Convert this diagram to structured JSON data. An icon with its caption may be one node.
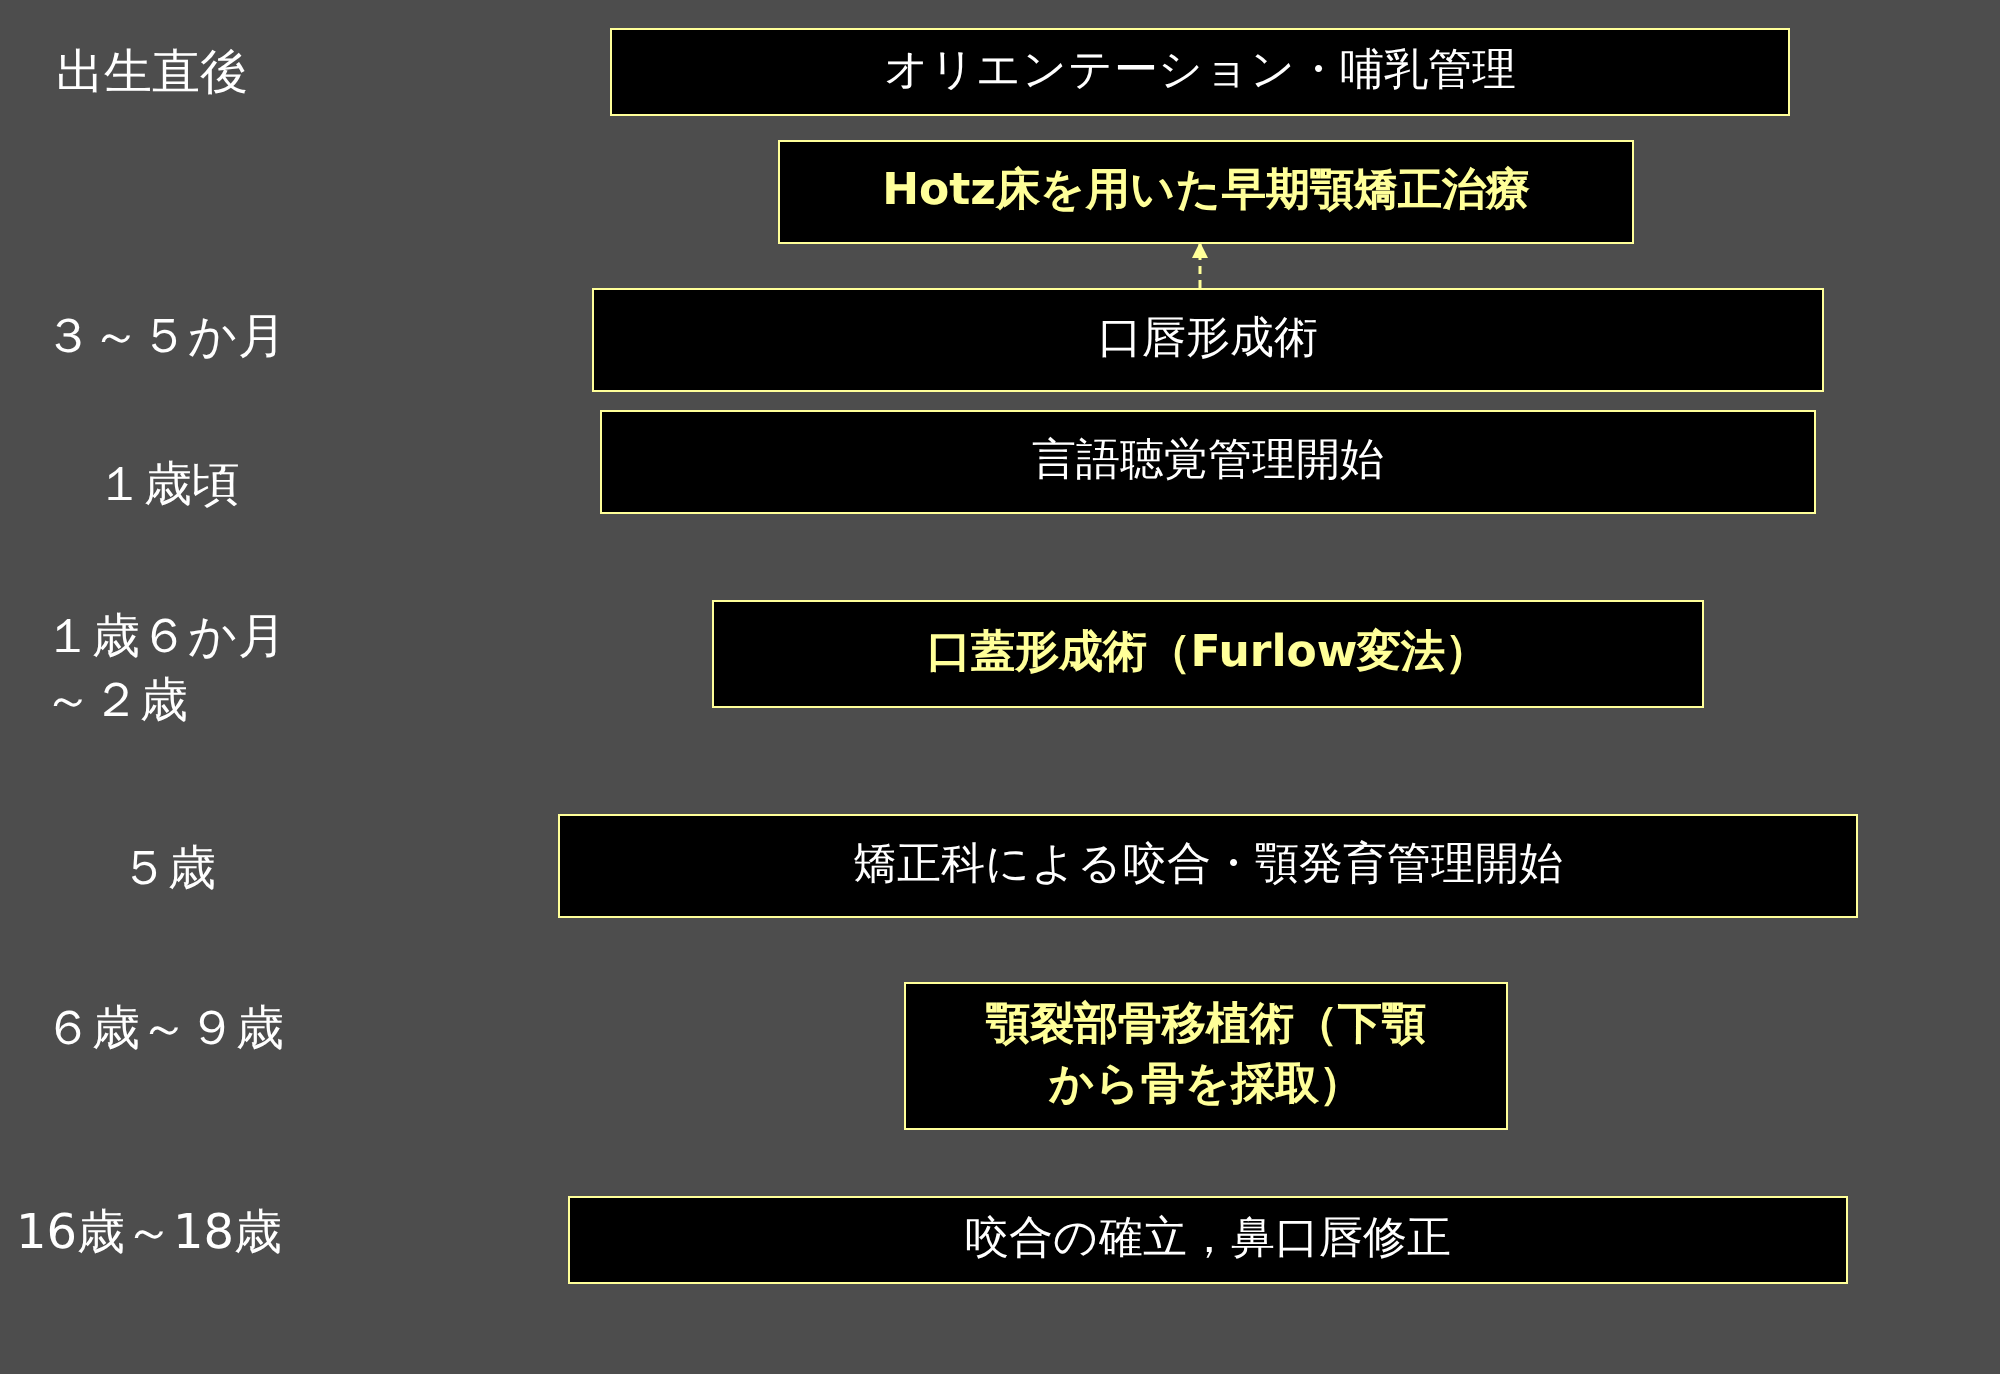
{
  "diagram": {
    "nodes": [
      {
        "text": [
          "オリエンテーション・哺乳管理"
        ]
      },
      {
        "text": [
          "Hotz床を用いた早期顎矯正治療"
        ]
      },
      {
        "text": [
          "口唇形成術"
        ]
      },
      {
        "text": [
          "言語聴覚管理開始"
        ]
      },
      {
        "text": [
          "口蓋形成術（Furlow変法）"
        ]
      },
      {
        "text": [
          "矯正科による咬合・顎発育管理開始"
        ]
      },
      {
        "text": [
          "顎裂部骨移植術（下顎から骨を採取）"
        ]
      },
      {
        "text": [
          "咬合の確立，鼻口唇修正"
        ]
      }
    ],
    "edges": [
      {
        "from": 2,
        "to": 1,
        "arrow": "to",
        "style": "dashed"
      }
    ],
    "labels": [
      "出生直後",
      "３～５か月",
      "１歳頃",
      "１歳６か月～２歳",
      "５歳",
      "６歳～９歳",
      "16歳～18歳"
    ]
  }
}
